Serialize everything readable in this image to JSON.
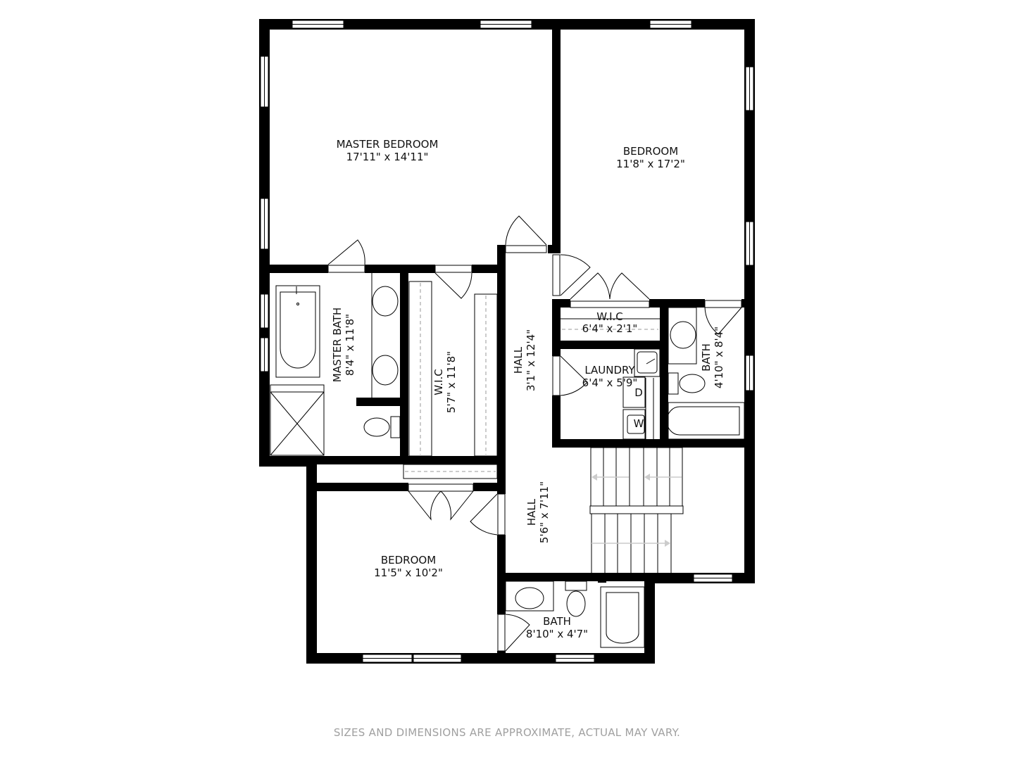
{
  "rooms": {
    "master_bedroom": {
      "name": "MASTER BEDROOM",
      "size": "17'11\" x 14'11\""
    },
    "bedroom_ne": {
      "name": "BEDROOM",
      "size": "11'8\" x 17'2\""
    },
    "master_bath": {
      "name": "MASTER BATH",
      "size": "8'4\" x 11'8\""
    },
    "wic_master": {
      "name": "W.I.C",
      "size": "5'7\" x 11'8\""
    },
    "hall_upper": {
      "name": "HALL",
      "size": "3'1\" x 12'4\""
    },
    "wic_small": {
      "name": "W.I.C",
      "size": "6'4\" x 2'1\""
    },
    "laundry": {
      "name": "LAUNDRY",
      "size": "6'4\" x 5'9\""
    },
    "bath_ne": {
      "name": "BATH",
      "size": "4'10\" x 8'4\""
    },
    "hall_lower": {
      "name": "HALL",
      "size": "5'6\" x 7'11\""
    },
    "bedroom_sw": {
      "name": "BEDROOM",
      "size": "11'5\" x 10'2\""
    },
    "bath_s": {
      "name": "BATH",
      "size": "8'10\" x 4'7\""
    }
  },
  "appliances": {
    "dryer": "D",
    "washer": "W"
  },
  "footer": {
    "disclaimer": "SIZES AND DIMENSIONS ARE APPROXIMATE, ACTUAL MAY VARY."
  }
}
